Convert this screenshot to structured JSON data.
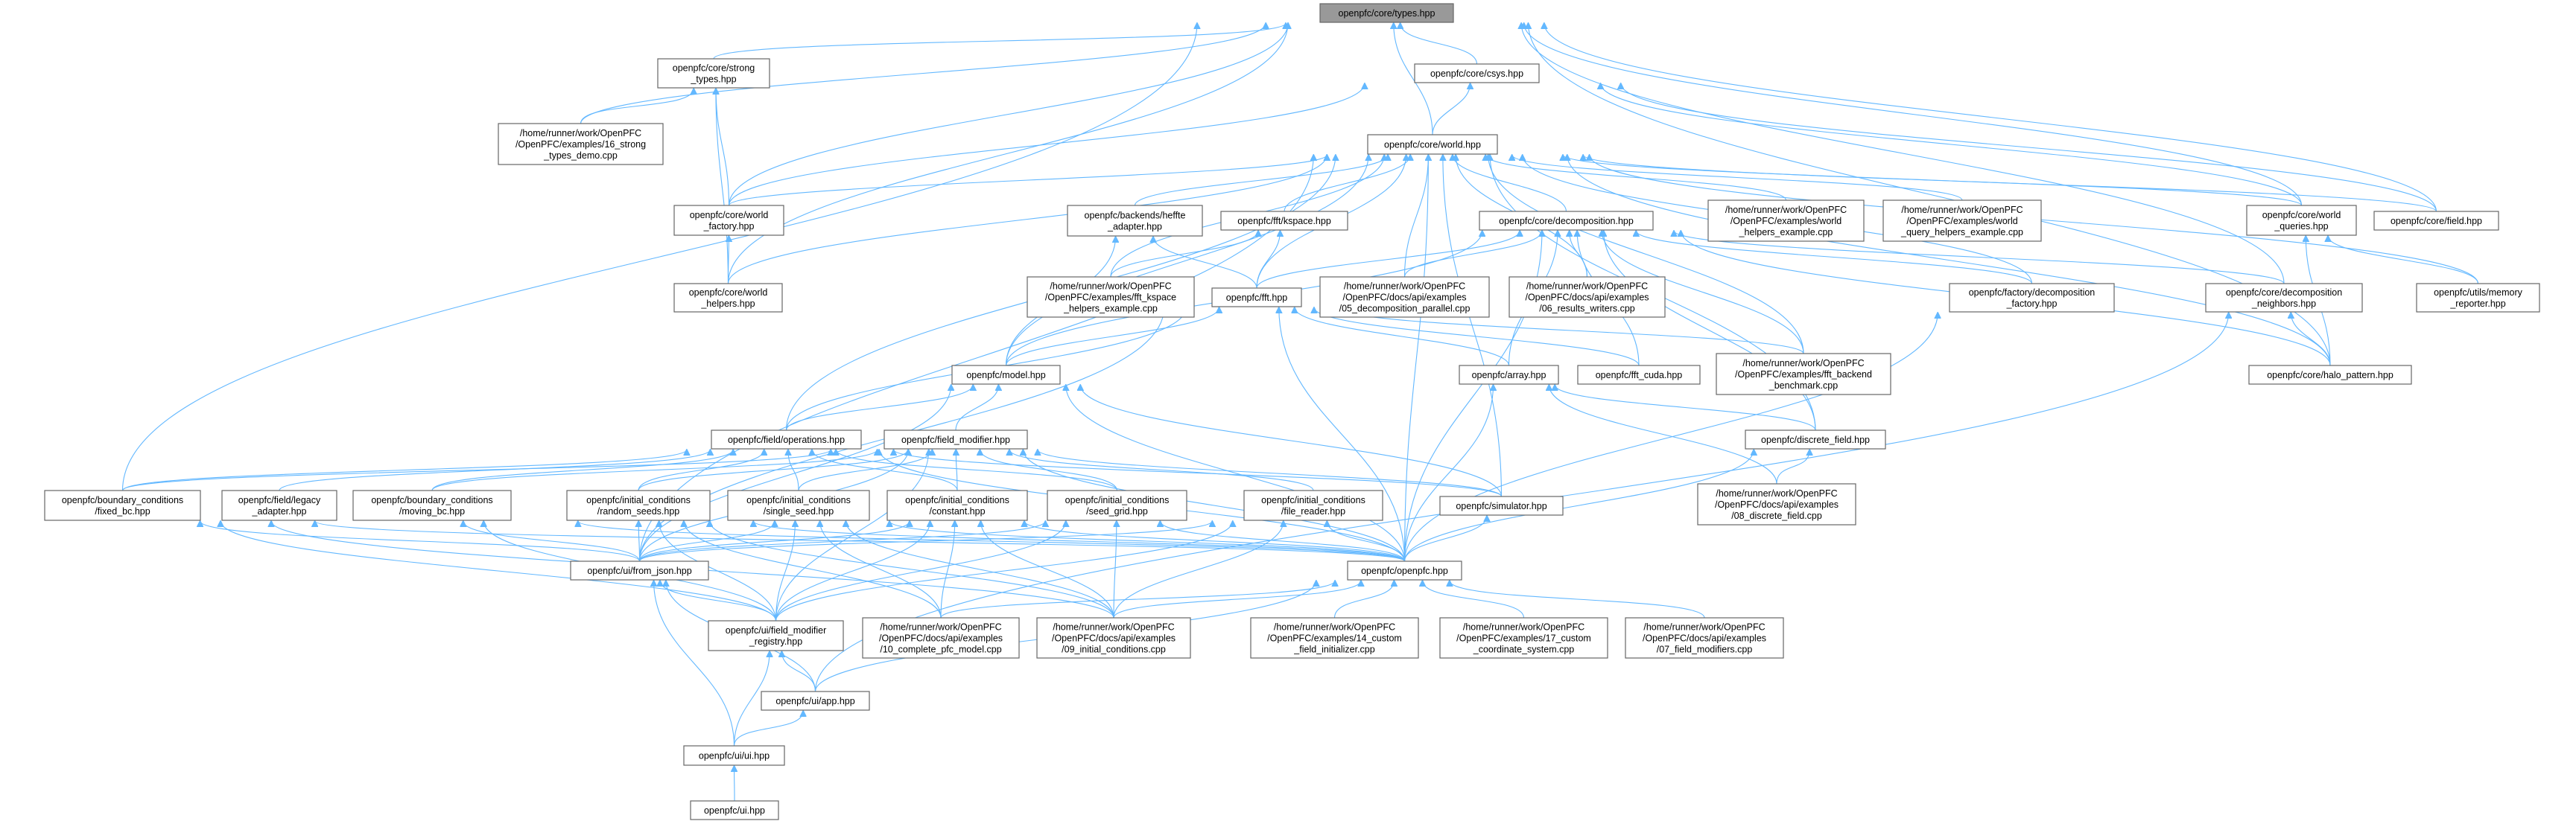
{
  "title": "openpfc/core/types.hpp",
  "colors": {
    "edge": "#63b8ff",
    "root_fill": "#999999",
    "node_border": "#666666"
  },
  "nodes": [
    {
      "id": "types",
      "lines": [
        "openpfc/core/types.hpp"
      ]
    },
    {
      "id": "strong_types",
      "lines": [
        "openpfc/core/strong",
        "_types.hpp"
      ]
    },
    {
      "id": "csys",
      "lines": [
        "openpfc/core/csys.hpp"
      ]
    },
    {
      "id": "demo16",
      "lines": [
        "/home/runner/work/OpenPFC",
        "/OpenPFC/examples/16_strong",
        "_types_demo.cpp"
      ]
    },
    {
      "id": "world",
      "lines": [
        "openpfc/core/world.hpp"
      ]
    },
    {
      "id": "world_factory",
      "lines": [
        "openpfc/core/world",
        "_factory.hpp"
      ]
    },
    {
      "id": "world_helpers",
      "lines": [
        "openpfc/core/world",
        "_helpers.hpp"
      ]
    },
    {
      "id": "heffte",
      "lines": [
        "openpfc/backends/heffte",
        "_adapter.hpp"
      ]
    },
    {
      "id": "kspace",
      "lines": [
        "openpfc/fft/kspace.hpp"
      ]
    },
    {
      "id": "decomposition",
      "lines": [
        "openpfc/core/decomposition.hpp"
      ]
    },
    {
      "id": "wh_example",
      "lines": [
        "/home/runner/work/OpenPFC",
        "/OpenPFC/examples/world",
        "_helpers_example.cpp"
      ]
    },
    {
      "id": "wq_example",
      "lines": [
        "/home/runner/work/OpenPFC",
        "/OpenPFC/examples/world",
        "_query_helpers_example.cpp"
      ]
    },
    {
      "id": "world_queries",
      "lines": [
        "openpfc/core/world",
        "_queries.hpp"
      ]
    },
    {
      "id": "field",
      "lines": [
        "openpfc/core/field.hpp"
      ]
    },
    {
      "id": "fftk_example",
      "lines": [
        "/home/runner/work/OpenPFC",
        "/OpenPFC/examples/fft_kspace",
        "_helpers_example.cpp"
      ]
    },
    {
      "id": "fft",
      "lines": [
        "openpfc/fft.hpp"
      ]
    },
    {
      "id": "ex05",
      "lines": [
        "/home/runner/work/OpenPFC",
        "/OpenPFC/docs/api/examples",
        "/05_decomposition_parallel.cpp"
      ]
    },
    {
      "id": "ex06",
      "lines": [
        "/home/runner/work/OpenPFC",
        "/OpenPFC/docs/api/examples",
        "/06_results_writers.cpp"
      ]
    },
    {
      "id": "decomp_factory",
      "lines": [
        "openpfc/factory/decomposition",
        "_factory.hpp"
      ]
    },
    {
      "id": "decomp_neighbors",
      "lines": [
        "openpfc/core/decomposition",
        "_neighbors.hpp"
      ]
    },
    {
      "id": "memory_reporter",
      "lines": [
        "openpfc/utils/memory",
        "_reporter.hpp"
      ]
    },
    {
      "id": "model",
      "lines": [
        "openpfc/model.hpp"
      ]
    },
    {
      "id": "array",
      "lines": [
        "openpfc/array.hpp"
      ]
    },
    {
      "id": "fft_cuda",
      "lines": [
        "openpfc/fft_cuda.hpp"
      ]
    },
    {
      "id": "fft_bench",
      "lines": [
        "/home/runner/work/OpenPFC",
        "/OpenPFC/examples/fft_backend",
        "_benchmark.cpp"
      ]
    },
    {
      "id": "halo_pattern",
      "lines": [
        "openpfc/core/halo_pattern.hpp"
      ]
    },
    {
      "id": "field_operations",
      "lines": [
        "openpfc/field/operations.hpp"
      ]
    },
    {
      "id": "field_modifier",
      "lines": [
        "openpfc/field_modifier.hpp"
      ]
    },
    {
      "id": "discrete_field",
      "lines": [
        "openpfc/discrete_field.hpp"
      ]
    },
    {
      "id": "fixed_bc",
      "lines": [
        "openpfc/boundary_conditions",
        "/fixed_bc.hpp"
      ]
    },
    {
      "id": "legacy_adapter",
      "lines": [
        "openpfc/field/legacy",
        "_adapter.hpp"
      ]
    },
    {
      "id": "moving_bc",
      "lines": [
        "openpfc/boundary_conditions",
        "/moving_bc.hpp"
      ]
    },
    {
      "id": "random_seeds",
      "lines": [
        "openpfc/initial_conditions",
        "/random_seeds.hpp"
      ]
    },
    {
      "id": "single_seed",
      "lines": [
        "openpfc/initial_conditions",
        "/single_seed.hpp"
      ]
    },
    {
      "id": "constant",
      "lines": [
        "openpfc/initial_conditions",
        "/constant.hpp"
      ]
    },
    {
      "id": "seed_grid",
      "lines": [
        "openpfc/initial_conditions",
        "/seed_grid.hpp"
      ]
    },
    {
      "id": "file_reader",
      "lines": [
        "openpfc/initial_conditions",
        "/file_reader.hpp"
      ]
    },
    {
      "id": "simulator",
      "lines": [
        "openpfc/simulator.hpp"
      ]
    },
    {
      "id": "ex08",
      "lines": [
        "/home/runner/work/OpenPFC",
        "/OpenPFC/docs/api/examples",
        "/08_discrete_field.cpp"
      ]
    },
    {
      "id": "from_json",
      "lines": [
        "openpfc/ui/from_json.hpp"
      ]
    },
    {
      "id": "openpfc",
      "lines": [
        "openpfc/openpfc.hpp"
      ]
    },
    {
      "id": "fm_registry",
      "lines": [
        "openpfc/ui/field_modifier",
        "_registry.hpp"
      ]
    },
    {
      "id": "ex10",
      "lines": [
        "/home/runner/work/OpenPFC",
        "/OpenPFC/docs/api/examples",
        "/10_complete_pfc_model.cpp"
      ]
    },
    {
      "id": "ex09",
      "lines": [
        "/home/runner/work/OpenPFC",
        "/OpenPFC/docs/api/examples",
        "/09_initial_conditions.cpp"
      ]
    },
    {
      "id": "ex14",
      "lines": [
        "/home/runner/work/OpenPFC",
        "/OpenPFC/examples/14_custom",
        "_field_initializer.cpp"
      ]
    },
    {
      "id": "ex17",
      "lines": [
        "/home/runner/work/OpenPFC",
        "/OpenPFC/examples/17_custom",
        "_coordinate_system.cpp"
      ]
    },
    {
      "id": "ex07",
      "lines": [
        "/home/runner/work/OpenPFC",
        "/OpenPFC/docs/api/examples",
        "/07_field_modifiers.cpp"
      ]
    },
    {
      "id": "app",
      "lines": [
        "openpfc/ui/app.hpp"
      ]
    },
    {
      "id": "ui_ui",
      "lines": [
        "openpfc/ui/ui.hpp"
      ]
    },
    {
      "id": "ui",
      "lines": [
        "openpfc/ui.hpp"
      ]
    }
  ],
  "edges": [
    [
      "strong_types",
      "types"
    ],
    [
      "csys",
      "types"
    ],
    [
      "world",
      "types"
    ],
    [
      "demo16",
      "types"
    ],
    [
      "world_factory",
      "types"
    ],
    [
      "world_helpers",
      "types"
    ],
    [
      "fixed_bc",
      "types"
    ],
    [
      "world_queries",
      "types"
    ],
    [
      "field",
      "types"
    ],
    [
      "halo_pattern",
      "types"
    ],
    [
      "decomp_neighbors",
      "types"
    ],
    [
      "demo16",
      "strong_types"
    ],
    [
      "world_factory",
      "strong_types"
    ],
    [
      "world_helpers",
      "strong_types"
    ],
    [
      "world",
      "csys"
    ],
    [
      "world_factory",
      "csys"
    ],
    [
      "world_queries",
      "csys"
    ],
    [
      "field",
      "csys"
    ],
    [
      "world_factory",
      "world"
    ],
    [
      "world_helpers",
      "world"
    ],
    [
      "heffte",
      "world"
    ],
    [
      "kspace",
      "world"
    ],
    [
      "decomposition",
      "world"
    ],
    [
      "wh_example",
      "world"
    ],
    [
      "wq_example",
      "world"
    ],
    [
      "world_queries",
      "world"
    ],
    [
      "field",
      "world"
    ],
    [
      "fftk_example",
      "world"
    ],
    [
      "fft",
      "world"
    ],
    [
      "ex05",
      "world"
    ],
    [
      "ex06",
      "world"
    ],
    [
      "decomp_factory",
      "world"
    ],
    [
      "memory_reporter",
      "world"
    ],
    [
      "model",
      "world"
    ],
    [
      "field_operations",
      "world"
    ],
    [
      "simulator",
      "world"
    ],
    [
      "from_json",
      "world"
    ],
    [
      "openpfc",
      "world"
    ],
    [
      "halo_pattern",
      "world"
    ],
    [
      "fft_bench",
      "world"
    ],
    [
      "discrete_field",
      "world"
    ],
    [
      "world_helpers",
      "world_factory"
    ],
    [
      "fft",
      "heffte"
    ],
    [
      "model",
      "heffte"
    ],
    [
      "fftk_example",
      "kspace"
    ],
    [
      "fft",
      "kspace"
    ],
    [
      "fft",
      "decomposition"
    ],
    [
      "ex05",
      "decomposition"
    ],
    [
      "ex06",
      "decomposition"
    ],
    [
      "decomp_factory",
      "decomposition"
    ],
    [
      "decomp_neighbors",
      "decomposition"
    ],
    [
      "halo_pattern",
      "decomposition"
    ],
    [
      "model",
      "decomposition"
    ],
    [
      "array",
      "decomposition"
    ],
    [
      "fft_cuda",
      "decomposition"
    ],
    [
      "fft_bench",
      "decomposition"
    ],
    [
      "discrete_field",
      "decomposition"
    ],
    [
      "openpfc",
      "decomposition"
    ],
    [
      "memory_reporter",
      "world_queries"
    ],
    [
      "halo_pattern",
      "world_queries"
    ],
    [
      "halo_pattern",
      "decomp_neighbors"
    ],
    [
      "app",
      "memory_reporter"
    ],
    [
      "model",
      "fft"
    ],
    [
      "array",
      "fft"
    ],
    [
      "fft_cuda",
      "fft"
    ],
    [
      "fft_bench",
      "fft"
    ],
    [
      "field_operations",
      "fft"
    ],
    [
      "from_json",
      "fft"
    ],
    [
      "openpfc",
      "fft"
    ],
    [
      "field_operations",
      "model"
    ],
    [
      "field_modifier",
      "model"
    ],
    [
      "simulator",
      "model"
    ],
    [
      "from_json",
      "model"
    ],
    [
      "openpfc",
      "model"
    ],
    [
      "discrete_field",
      "array"
    ],
    [
      "ex08",
      "array"
    ],
    [
      "openpfc",
      "array"
    ],
    [
      "ex08",
      "discrete_field"
    ],
    [
      "openpfc",
      "discrete_field"
    ],
    [
      "openpfc",
      "decomp_factory"
    ],
    [
      "fixed_bc",
      "field_operations"
    ],
    [
      "legacy_adapter",
      "field_operations"
    ],
    [
      "moving_bc",
      "field_operations"
    ],
    [
      "random_seeds",
      "field_operations"
    ],
    [
      "single_seed",
      "field_operations"
    ],
    [
      "constant",
      "field_operations"
    ],
    [
      "seed_grid",
      "field_operations"
    ],
    [
      "simulator",
      "field_operations"
    ],
    [
      "openpfc",
      "field_operations"
    ],
    [
      "fixed_bc",
      "field_modifier"
    ],
    [
      "moving_bc",
      "field_modifier"
    ],
    [
      "random_seeds",
      "field_modifier"
    ],
    [
      "single_seed",
      "field_modifier"
    ],
    [
      "constant",
      "field_modifier"
    ],
    [
      "seed_grid",
      "field_modifier"
    ],
    [
      "file_reader",
      "field_modifier"
    ],
    [
      "simulator",
      "field_modifier"
    ],
    [
      "openpfc",
      "field_modifier"
    ],
    [
      "from_json",
      "field_modifier"
    ],
    [
      "fm_registry",
      "field_modifier"
    ],
    [
      "from_json",
      "fixed_bc"
    ],
    [
      "from_json",
      "moving_bc"
    ],
    [
      "from_json",
      "random_seeds"
    ],
    [
      "from_json",
      "single_seed"
    ],
    [
      "from_json",
      "constant"
    ],
    [
      "from_json",
      "seed_grid"
    ],
    [
      "from_json",
      "file_reader"
    ],
    [
      "openpfc",
      "fixed_bc"
    ],
    [
      "openpfc",
      "moving_bc"
    ],
    [
      "openpfc",
      "random_seeds"
    ],
    [
      "openpfc",
      "single_seed"
    ],
    [
      "openpfc",
      "constant"
    ],
    [
      "openpfc",
      "seed_grid"
    ],
    [
      "openpfc",
      "file_reader"
    ],
    [
      "openpfc",
      "simulator"
    ],
    [
      "fm_registry",
      "fixed_bc"
    ],
    [
      "fm_registry",
      "moving_bc"
    ],
    [
      "fm_registry",
      "random_seeds"
    ],
    [
      "fm_registry",
      "single_seed"
    ],
    [
      "fm_registry",
      "constant"
    ],
    [
      "fm_registry",
      "seed_grid"
    ],
    [
      "fm_registry",
      "file_reader"
    ],
    [
      "ex10",
      "constant"
    ],
    [
      "ex10",
      "single_seed"
    ],
    [
      "ex10",
      "random_seeds"
    ],
    [
      "ex10",
      "openpfc"
    ],
    [
      "ex09",
      "constant"
    ],
    [
      "ex09",
      "seed_grid"
    ],
    [
      "ex09",
      "single_seed"
    ],
    [
      "ex09",
      "file_reader"
    ],
    [
      "ex09",
      "random_seeds"
    ],
    [
      "ex09",
      "openpfc"
    ],
    [
      "ex09",
      "fixed_bc"
    ],
    [
      "ex14",
      "openpfc"
    ],
    [
      "ex17",
      "openpfc"
    ],
    [
      "ex07",
      "openpfc"
    ],
    [
      "fm_registry",
      "from_json"
    ],
    [
      "app",
      "from_json"
    ],
    [
      "app",
      "fm_registry"
    ],
    [
      "app",
      "openpfc"
    ],
    [
      "ui_ui",
      "app"
    ],
    [
      "ui_ui",
      "from_json"
    ],
    [
      "ui_ui",
      "fm_registry"
    ],
    [
      "ui",
      "ui_ui"
    ]
  ]
}
